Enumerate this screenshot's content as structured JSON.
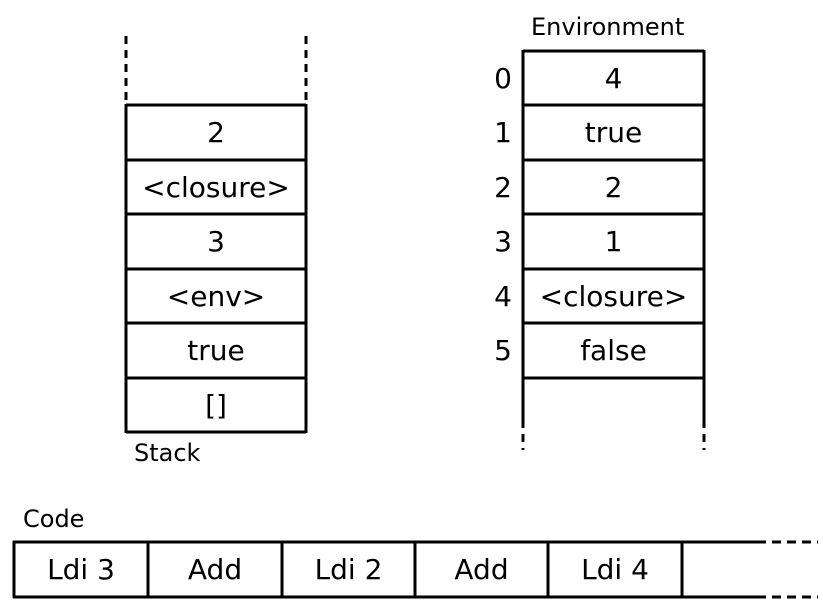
{
  "stack": {
    "caption": "Stack",
    "cells": [
      "2",
      "<closure>",
      "3",
      "<env>",
      "true",
      "[]"
    ]
  },
  "environment": {
    "caption": "Environment",
    "indices": [
      "0",
      "1",
      "2",
      "3",
      "4",
      "5"
    ],
    "cells": [
      "4",
      "true",
      "2",
      "1",
      "<closure>",
      "false"
    ]
  },
  "code": {
    "caption": "Code",
    "cells": [
      "Ldi 3",
      "Add",
      "Ldi 2",
      "Add",
      "Ldi 4"
    ]
  }
}
